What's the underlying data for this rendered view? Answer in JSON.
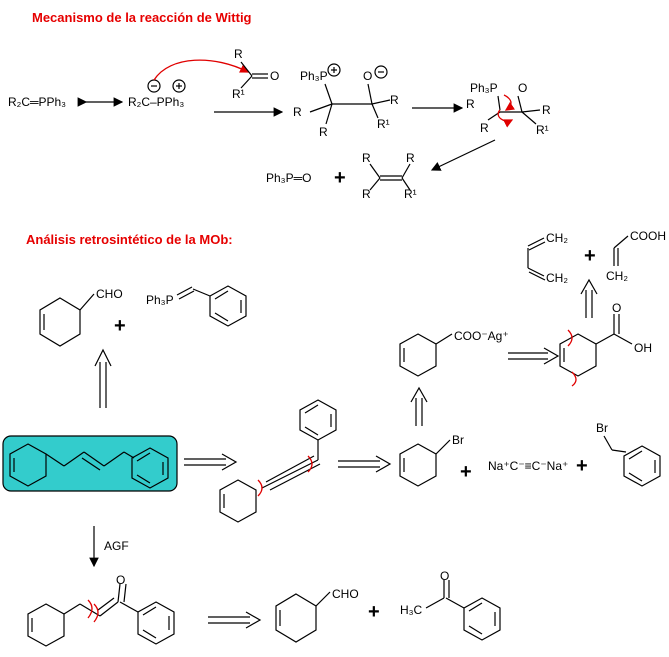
{
  "titles": {
    "wittig": "Mecanismo de la reacción de Wittig",
    "retro": "Análisis retrosintético de la MOb:"
  },
  "labels": {
    "ylide_left": "R₂C═PPh₃",
    "ylide_right": "R₂C–PPh₃",
    "ph3p": "Ph₃P",
    "ph3p_o": "Ph₃P═O",
    "ph3p_ylide": "Ph₃P",
    "cho": "CHO",
    "coo_ag": "COO⁻Ag⁺",
    "cooh": "COOH",
    "oh": "OH",
    "ch2": "CH₂",
    "br": "Br",
    "na_acetylide": "Na⁺C⁻≡C⁻Na⁺",
    "h3c": "H₃C",
    "agf": "AGF",
    "plus": "+",
    "r": "R",
    "r1": "R¹",
    "o": "O"
  },
  "colors": {
    "title": "#e60000",
    "highlight": "#33cccc",
    "red_mark": "#e00000"
  }
}
